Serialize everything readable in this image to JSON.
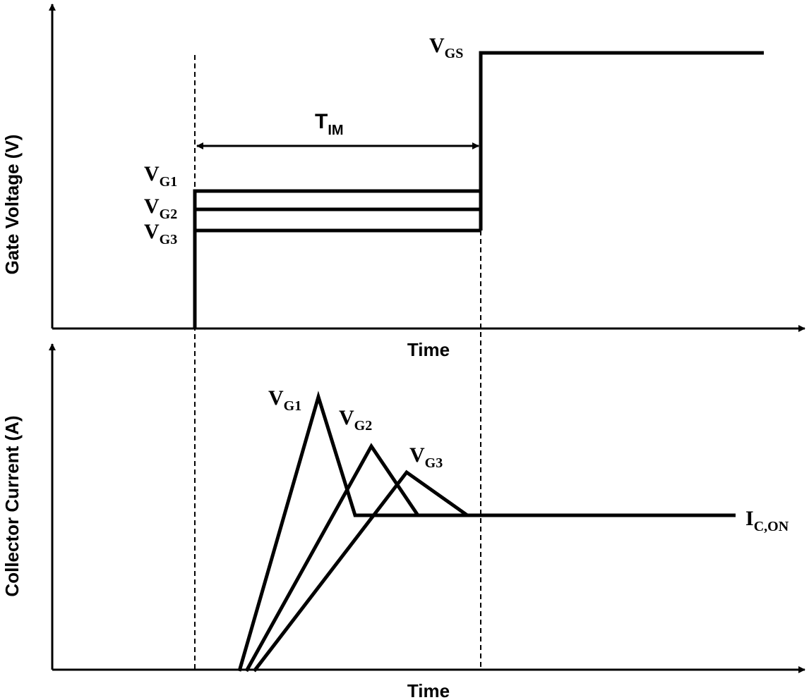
{
  "top_panel": {
    "ylabel": "Gate Voltage (V)",
    "xlabel": "Time",
    "interval_label": {
      "main": "T",
      "sub": "IM"
    },
    "curve_labels": [
      {
        "main": "V",
        "sub": "G1"
      },
      {
        "main": "V",
        "sub": "G2"
      },
      {
        "main": "V",
        "sub": "G3"
      },
      {
        "main": "V",
        "sub": "GS"
      }
    ]
  },
  "bottom_panel": {
    "ylabel": "Collector Current (A)",
    "xlabel": "Time",
    "curve_labels": [
      {
        "main": "V",
        "sub": "G1"
      },
      {
        "main": "V",
        "sub": "G2"
      },
      {
        "main": "V",
        "sub": "G3"
      }
    ],
    "steady_label": {
      "main": "I",
      "sub": "C,ON"
    }
  },
  "colors": {
    "line": "#000000",
    "background": "#ffffff"
  }
}
